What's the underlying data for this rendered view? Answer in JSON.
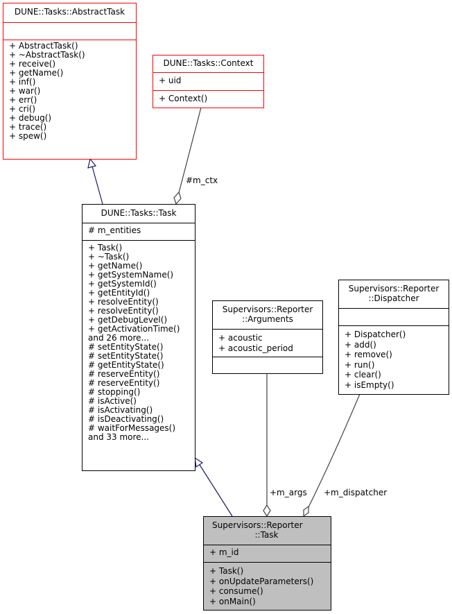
{
  "diagram": {
    "type": "uml-collaboration",
    "colors": {
      "inheritance_edge": "#191970",
      "association_edge": "#404040",
      "red_border": "#ff0000",
      "focus_fill": "#bfbfbf"
    },
    "classes": {
      "abstract_task": {
        "name_lines": [
          "DUNE::Tasks::AbstractTask"
        ],
        "attributes": [],
        "methods": [
          "+ AbstractTask()",
          "+ ~AbstractTask()",
          "+ receive()",
          "+ getName()",
          "+ inf()",
          "+ war()",
          "+ err()",
          "+ cri()",
          "+ debug()",
          "+ trace()",
          "+ spew()"
        ]
      },
      "context": {
        "name_lines": [
          "DUNE::Tasks::Context"
        ],
        "attributes": [
          "+ uid"
        ],
        "methods": [
          "+ Context()"
        ]
      },
      "dune_task": {
        "name_lines": [
          "DUNE::Tasks::Task"
        ],
        "attributes": [
          "# m_entities"
        ],
        "methods": [
          "+ Task()",
          "+ ~Task()",
          "+ getName()",
          "+ getSystemName()",
          "+ getSystemId()",
          "+ getEntityId()",
          "+ resolveEntity()",
          "+ resolveEntity()",
          "+ getDebugLevel()",
          "+ getActivationTime()",
          "and 26 more...",
          "# setEntityState()",
          "# setEntityState()",
          "# getEntityState()",
          "# reserveEntity()",
          "# reserveEntity()",
          "# stopping()",
          "# isActive()",
          "# isActivating()",
          "# isDeactivating()",
          "# waitForMessages()",
          "and 33 more..."
        ]
      },
      "arguments": {
        "name_lines": [
          "Supervisors::Reporter",
          "::Arguments"
        ],
        "attributes": [
          "+ acoustic",
          "+ acoustic_period"
        ],
        "methods": []
      },
      "dispatcher": {
        "name_lines": [
          "Supervisors::Reporter",
          "::Dispatcher"
        ],
        "attributes": [],
        "methods": [
          "+ Dispatcher()",
          "+ add()",
          "+ remove()",
          "+ run()",
          "+ clear()",
          "+ isEmpty()"
        ]
      },
      "reporter_task": {
        "name_lines": [
          "Supervisors::Reporter",
          "::Task"
        ],
        "attributes": [
          "+ m_id"
        ],
        "methods": [
          "+ Task()",
          "+ onUpdateParameters()",
          "+ consume()",
          "+ onMain()"
        ]
      }
    },
    "edges": {
      "task_inherits_abstract": {
        "from": "DUNE::Tasks::Task",
        "to": "DUNE::Tasks::AbstractTask",
        "kind": "inheritance"
      },
      "task_has_context": {
        "from": "DUNE::Tasks::Task",
        "to": "DUNE::Tasks::Context",
        "kind": "aggregation",
        "label": "#m_ctx"
      },
      "reporter_inherits_task": {
        "from": "Supervisors::Reporter::Task",
        "to": "DUNE::Tasks::Task",
        "kind": "inheritance"
      },
      "reporter_has_args": {
        "from": "Supervisors::Reporter::Task",
        "to": "Supervisors::Reporter::Arguments",
        "kind": "aggregation",
        "label": "+m_args"
      },
      "reporter_has_dispatcher": {
        "from": "Supervisors::Reporter::Task",
        "to": "Supervisors::Reporter::Dispatcher",
        "kind": "aggregation",
        "label": "+m_dispatcher"
      }
    }
  }
}
